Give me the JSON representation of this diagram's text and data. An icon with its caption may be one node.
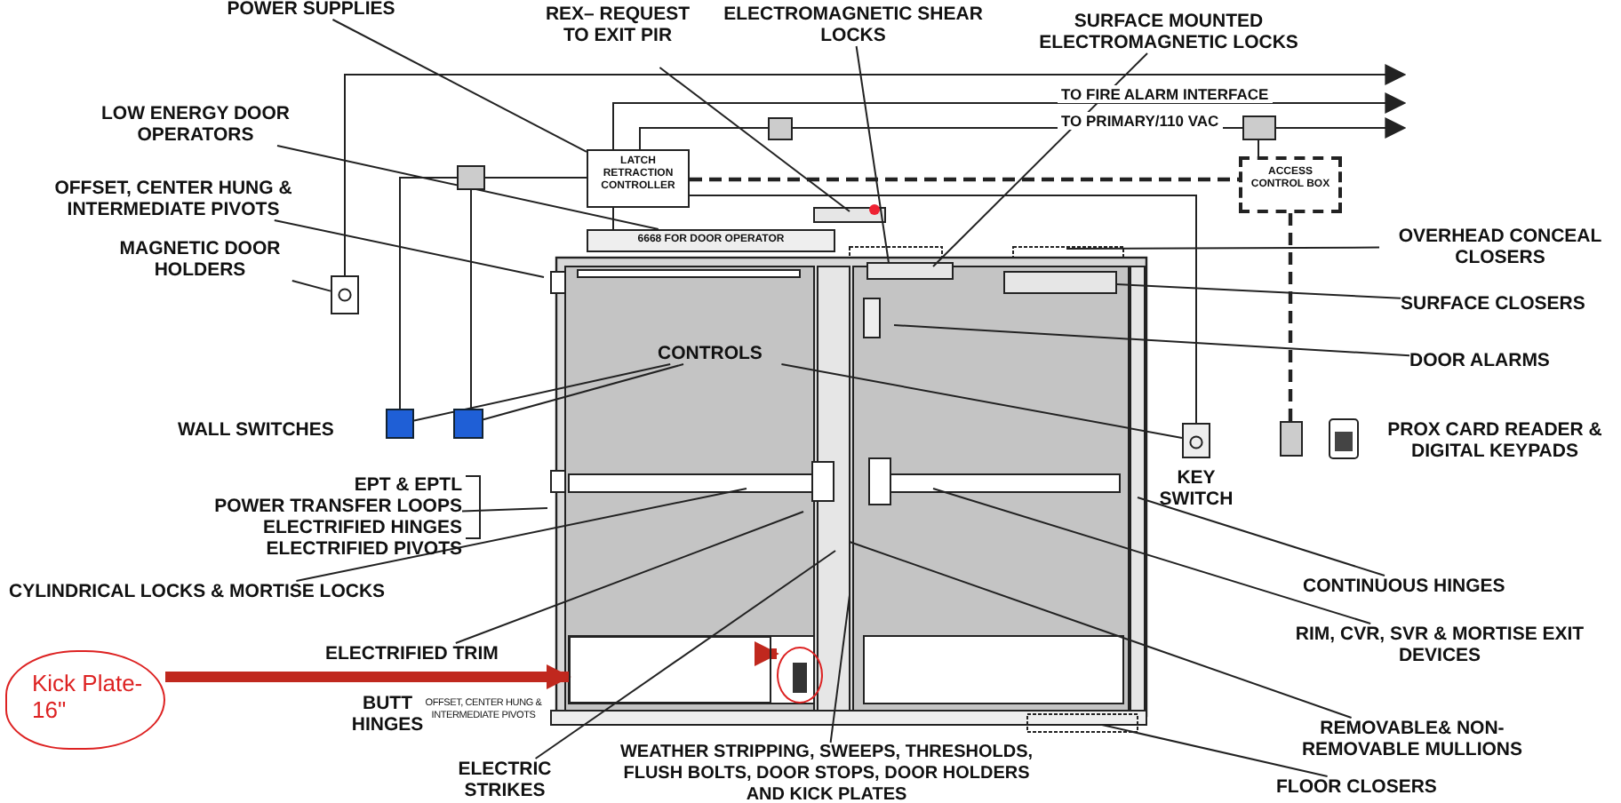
{
  "diagram": {
    "nodes": [
      {
        "text": [
          "POWER SUPPLIES"
        ]
      },
      {
        "text": [
          "REX– REQUEST TO EXIT PIR"
        ]
      },
      {
        "text": [
          "ELECTROMAGNETIC SHEAR LOCKS"
        ]
      },
      {
        "text": [
          "SURFACE MOUNTED ELECTROMAGNETIC LOCKS"
        ]
      },
      {
        "text": [
          "LOW ENERGY DOOR OPERATORS"
        ]
      },
      {
        "text": [
          "OFFSET, CENTER HUNG & INTERMEDIATE PIVOTS"
        ]
      },
      {
        "text": [
          "MAGNETIC DOOR HOLDERS"
        ]
      },
      {
        "text": [
          "LATCH RETRACTION CONTROLLER"
        ]
      },
      {
        "text": [
          "ACCESS CONTROL BOX"
        ]
      },
      {
        "text": [
          "6668 FOR DOOR OPERATOR"
        ]
      },
      {
        "text": [
          "OVERHEAD CONCEAL CLOSERS"
        ]
      },
      {
        "text": [
          "SURFACE CLOSERS"
        ]
      },
      {
        "text": [
          "DOOR ALARMS"
        ]
      },
      {
        "text": [
          "CONTROLS"
        ]
      },
      {
        "text": [
          "EPT & EPTL",
          "POWER TRANSFER LOOPS",
          "ELECTRIFIED HINGES",
          "ELECTRIFIED PIVOTS"
        ]
      },
      {
        "text": [
          "CYLINDRICAL LOCKS & MORTISE LOCKS"
        ]
      },
      {
        "text": [
          "ELECTRIFIED TRIM"
        ]
      },
      {
        "text": [
          "BUTT HINGES"
        ]
      },
      {
        "text": [
          "OFFSET, CENTER HUNG & INTERMEDIATE PIVOTS"
        ]
      },
      {
        "text": [
          "ELECTRIC STRIKES"
        ]
      },
      {
        "text": [
          "WEATHER STRIPPING, SWEEPS, THRESHOLDS, FLUSH BOLTS, DOOR STOPS, DOOR HOLDERS AND KICK PLATES"
        ]
      },
      {
        "text": [
          "CONTINUOUS HINGES"
        ]
      },
      {
        "text": [
          "RIM, CVR, SVR & MORTISE EXIT DEVICES"
        ]
      },
      {
        "text": [
          "REMOVABLE& NON-REMOVABLE MULLIONS"
        ]
      },
      {
        "text": [
          "FLOOR CLOSERS"
        ]
      },
      {
        "text": [
          "Kick Plate-16\""
        ]
      },
      {
        "text": [],
        "shape": "box"
      },
      {
        "text": [],
        "shape": "box"
      },
      {
        "text": [],
        "shape": "box"
      },
      {
        "text": [],
        "shape": "box",
        "beside": [
          "KEY SWITCH"
        ]
      },
      {
        "text": [],
        "shape": "box"
      },
      {
        "text": [],
        "shape": "box"
      },
      {
        "text": [],
        "shape": "circle"
      },
      {
        "text": [],
        "shape": "box"
      },
      {
        "text": [],
        "shape": "box"
      },
      {
        "text": [],
        "shape": "box"
      }
    ],
    "edges": [
      {
        "from": 0,
        "to": 7,
        "arrow": "none"
      },
      {
        "from": 1,
        "to": null,
        "arrow": "none"
      },
      {
        "from": 2,
        "to": null,
        "arrow": "none"
      },
      {
        "from": 3,
        "to": null,
        "arrow": "none"
      },
      {
        "from": 4,
        "to": 9,
        "arrow": "none"
      },
      {
        "from": 5,
        "to": null,
        "arrow": "none"
      },
      {
        "from": 6,
        "to": 26,
        "arrow": "none"
      },
      {
        "from": 13,
        "to": 27,
        "arrow": "none"
      },
      {
        "from": 13,
        "to": 28,
        "arrow": "none"
      },
      {
        "from": 13,
        "to": 29,
        "arrow": "none"
      },
      {
        "from": 10,
        "to": null,
        "arrow": "none"
      },
      {
        "from": 11,
        "to": null,
        "arrow": "none"
      },
      {
        "from": 12,
        "to": null,
        "arrow": "none"
      },
      {
        "from": 14,
        "to": null,
        "arrow": "none"
      },
      {
        "from": 15,
        "to": null,
        "arrow": "none"
      },
      {
        "from": 16,
        "to": null,
        "arrow": "none"
      },
      {
        "from": 19,
        "to": null,
        "arrow": "none"
      },
      {
        "from": 20,
        "to": null,
        "arrow": "none"
      },
      {
        "from": 21,
        "to": null,
        "arrow": "none"
      },
      {
        "from": 22,
        "to": null,
        "arrow": "none"
      },
      {
        "from": 23,
        "to": null,
        "arrow": "none"
      },
      {
        "from": 24,
        "to": null,
        "arrow": "none"
      },
      {
        "from": 25,
        "to": 35,
        "arrow": "to",
        "style": "thick",
        "color": "#c0281e"
      },
      {
        "from": 35,
        "to": 32,
        "arrow": "to",
        "style": "thick",
        "color": "#c0281e"
      },
      {
        "from": 26,
        "to": null,
        "arrow": "to"
      },
      {
        "from": 7,
        "to": null,
        "arrow": "to",
        "label": "TO FIRE ALARM INTERFACE"
      },
      {
        "from": 31,
        "to": null,
        "arrow": "to"
      },
      {
        "from": 7,
        "to": 34,
        "arrow": "none"
      },
      {
        "from": 34,
        "to": 31,
        "arrow": "none",
        "label": "TO PRIMARY/110 VAC"
      },
      {
        "from": 31,
        "to": 8,
        "arrow": "none"
      },
      {
        "from": 7,
        "to": 8,
        "arrow": "none",
        "style": "dashed"
      },
      {
        "from": 8,
        "to": 30,
        "arrow": "none",
        "style": "dashed"
      },
      {
        "from": 33,
        "to": 7,
        "arrow": "none"
      },
      {
        "from": 33,
        "to": 28,
        "arrow": "none"
      },
      {
        "from": 33,
        "to": 27,
        "arrow": "none"
      },
      {
        "from": 7,
        "to": 9,
        "arrow": "none"
      },
      {
        "from": 7,
        "to": 29,
        "arrow": "none"
      }
    ],
    "labels": [
      "WALL SWITCHES",
      "PROX CARD READER & DIGITAL KEYPADS"
    ]
  }
}
